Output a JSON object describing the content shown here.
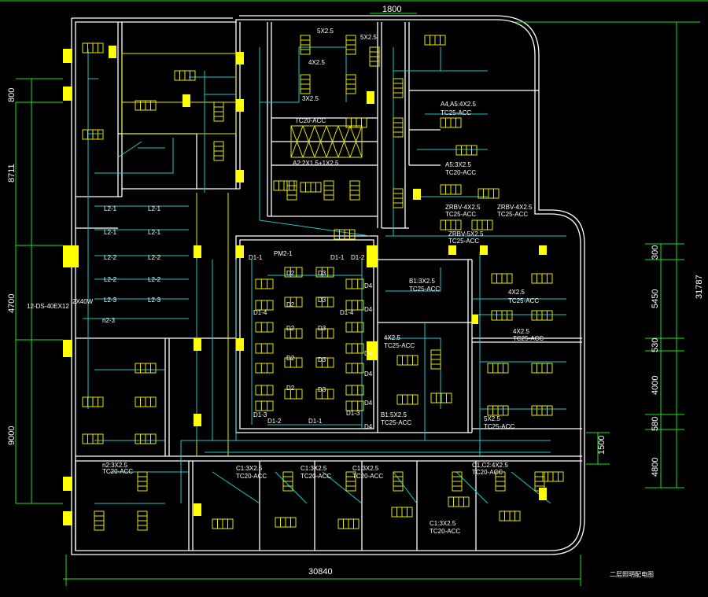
{
  "dimensions": {
    "top": "1800",
    "left": [
      "800",
      "8711",
      "4700",
      "9000"
    ],
    "right_segments": [
      "300",
      "5450",
      "530",
      "4000",
      "580",
      "4800"
    ],
    "right_total": "31787",
    "right_small": "1500",
    "bottom": "30840"
  },
  "title": "二层照明配电图",
  "circuits": {
    "tc25": "TC25-ACC",
    "tc20": "TC20-ACC",
    "a2": "A2:2X1.5+1X2.5",
    "a4a5": "A4,A5:4X2.5",
    "a5": "A5:3X2.5",
    "zrbv4": "ZRBV-4X2.5",
    "zrbv5": "ZRBV-5X2.5",
    "b1": "B1:3X2.5",
    "b1b": "B1:5X2.5",
    "c1": "C1:3X2.5",
    "c2": "C1,C2:4X2.5",
    "n2": "n2:3X2.5",
    "x4": "4X2.5",
    "x5": "5X2.5",
    "x3": "3X2.5",
    "feed": "12-DS-40EX12",
    "feed_load": "2X40W",
    "l21": "L2-1",
    "l22": "L2-2",
    "l23": "L2-3",
    "n23": "n2-3",
    "d11": "D1-1",
    "d12": "D1-2",
    "d13": "D1-3",
    "d14": "D1-4",
    "d2": "D2",
    "d3": "D3",
    "d4": "D4",
    "pm": "PM2-1"
  }
}
